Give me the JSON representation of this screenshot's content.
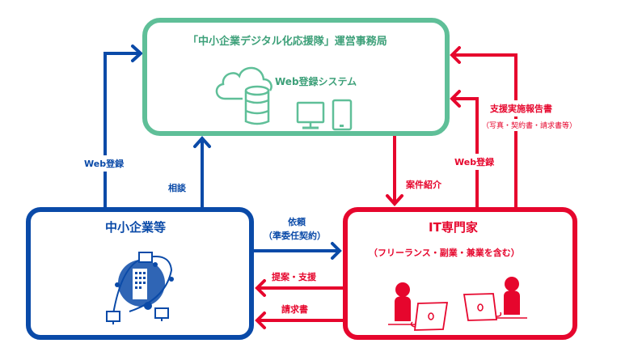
{
  "colors": {
    "office": "#5fbf98",
    "sme": "#0a4aa8",
    "expert": "#e6062d"
  },
  "office_box": {
    "title": "「中小企業デジタル化応援隊」運営事務局",
    "system_label": "Web登録システム",
    "icons": [
      "cloud-database-icon",
      "desktop-monitor-icon",
      "tablet-icon"
    ]
  },
  "sme_box": {
    "title": "中小企業等",
    "icons": [
      "building-network-icon"
    ]
  },
  "expert_box": {
    "title": "IT専門家",
    "subtitle": "（フリーランス・副業・兼業を含む）",
    "icons": [
      "person-laptop-icon",
      "person-laptop-icon"
    ]
  },
  "arrows": {
    "sme_web_register": "Web登録",
    "sme_consult": "相談",
    "office_case_intro": "案件紹介",
    "expert_web_register": "Web登録",
    "expert_report_title": "支援実施報告書",
    "expert_report_detail": "（写真・契約書・請求書等）",
    "request_line1": "依頼",
    "request_line2": "（準委任契約）",
    "proposal_support": "提案・支援",
    "invoice": "請求書"
  }
}
